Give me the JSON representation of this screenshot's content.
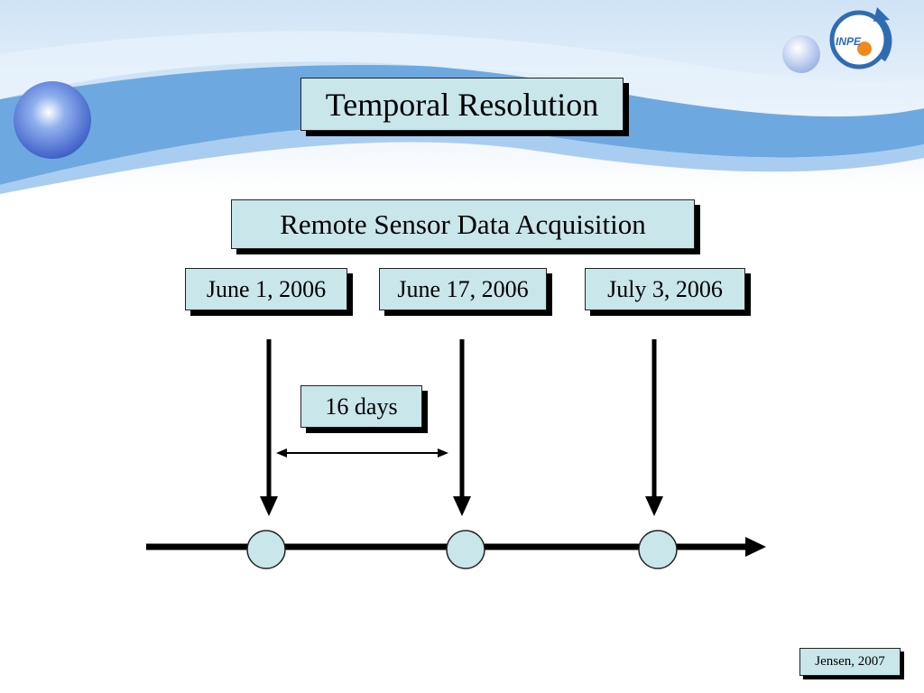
{
  "slide": {
    "title": "Temporal Resolution",
    "subtitle": "Remote Sensor Data Acquisition",
    "dates": [
      "June 1, 2006",
      "June 17, 2006",
      "July 3, 2006"
    ],
    "interval_label": "16 days",
    "reference": "Jensen, 2007",
    "logo_text": "INPE"
  },
  "colors": {
    "box_fill": "#c9e6ea",
    "timeline": "#000000",
    "circle_fill": "#c9e6ea",
    "banner_blue": "#6ea8e0"
  }
}
